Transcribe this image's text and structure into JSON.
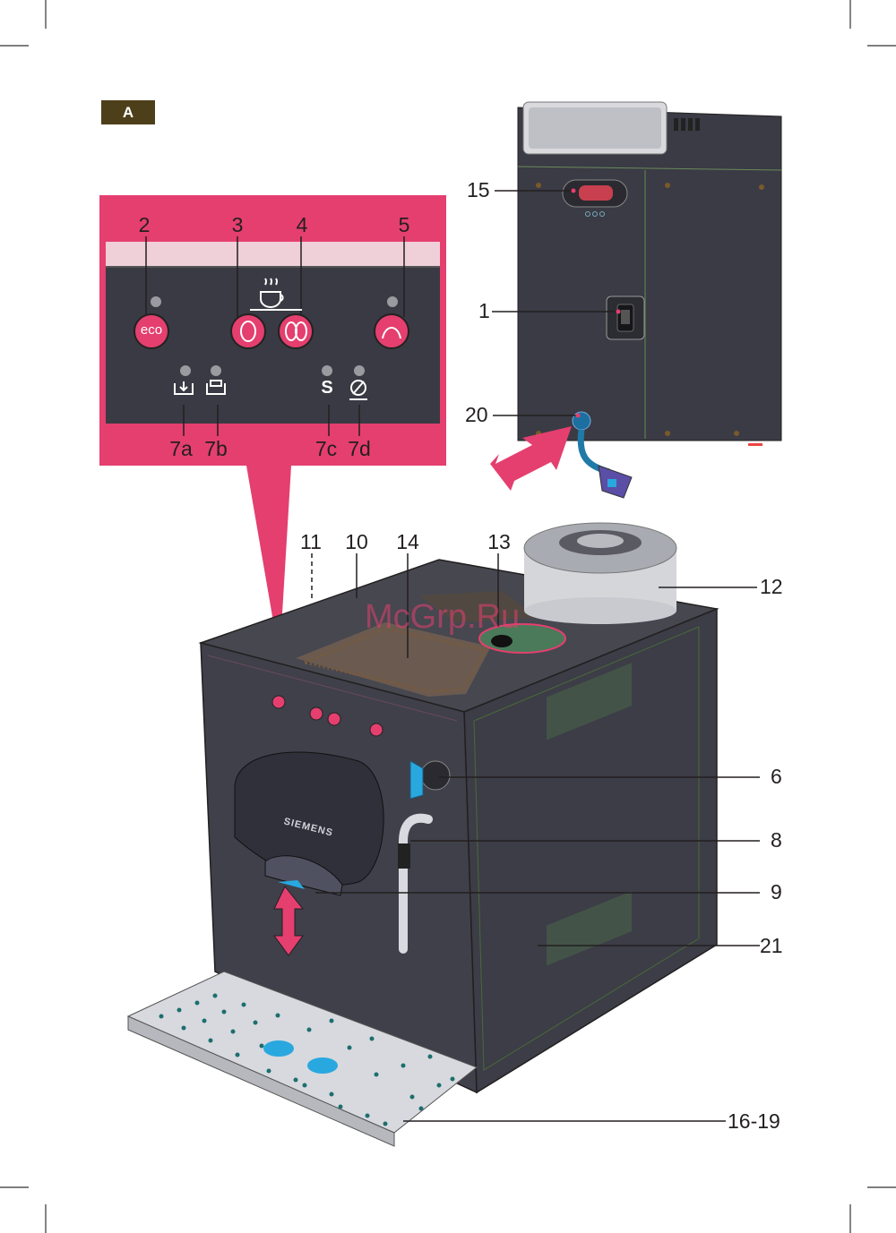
{
  "page_label": "A",
  "watermark": "McGrp.Ru",
  "brand": "SIEMENS",
  "callouts": {
    "c2": "2",
    "c3": "3",
    "c4": "4",
    "c5": "5",
    "c7a": "7a",
    "c7b": "7b",
    "c7c": "7c",
    "c7d": "7d",
    "c15": "15",
    "c1": "1",
    "c20": "20",
    "c11": "11",
    "c10": "10",
    "c14": "14",
    "c13": "13",
    "c12": "12",
    "c6": "6",
    "c8": "8",
    "c9": "9",
    "c21": "21",
    "c16_19": "16-19"
  },
  "panel": {
    "eco_label": "eco",
    "s_label": "S"
  },
  "colors": {
    "magenta": "#e43f6f",
    "machine": "#3a3b45",
    "panel_dark": "#3a3a44",
    "accent_blue": "#29a8e0"
  }
}
